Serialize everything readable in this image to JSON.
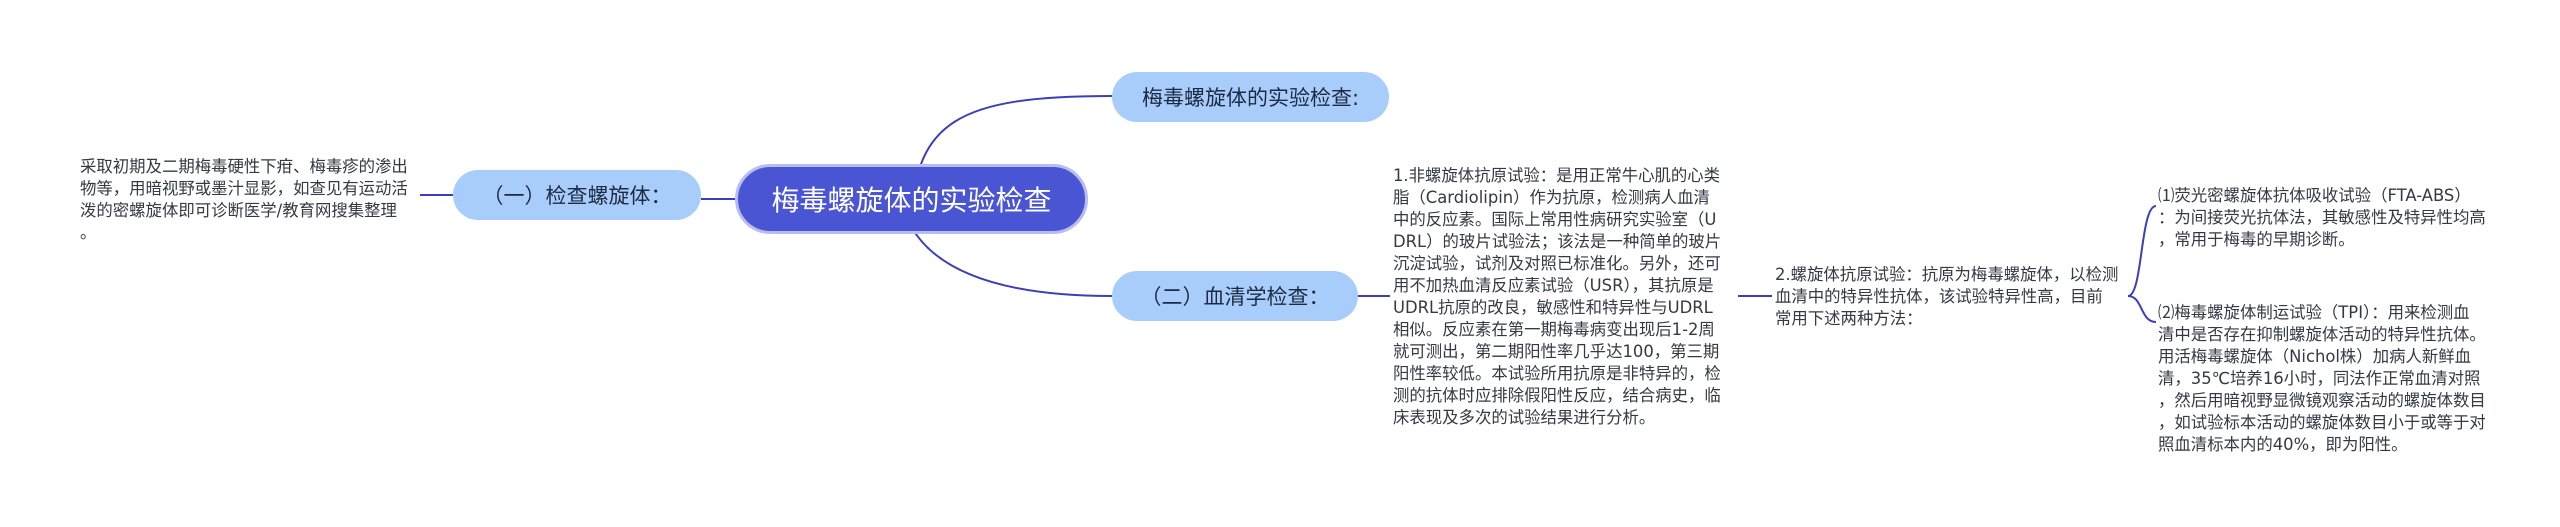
{
  "root": {
    "label": "梅毒螺旋体的实验检查"
  },
  "top_branch": {
    "label": "梅毒螺旋体的实验检查:"
  },
  "left_branch": {
    "label": "（一）检查螺旋体：",
    "note": "采取初期及二期梅毒硬性下疳、梅毒疹的渗出\n物等，用暗视野或墨汁显影，如查见有运动活\n泼的密螺旋体即可诊断医学/教育网搜集整理\n。"
  },
  "serum_branch": {
    "label": "（二）血清学检查：",
    "non_treponemal": "1.非螺旋体抗原试验：是用正常牛心肌的心类\n脂（Cardiolipin）作为抗原，检测病人血清\n中的反应素。国际上常用性病研究实验室（U\nDRL）的玻片试验法；该法是一种简单的玻片\n沉淀试验，试剂及对照已标准化。另外，还可\n用不加热血清反应素试验（USR），其抗原是\nUDRL抗原的改良，敏感性和特异性与UDRL\n相似。反应素在第一期梅毒病变出现后1-2周\n就可测出，第二期阳性率几乎达100，第三期\n阳性率较低。本试验所用抗原是非特异的，检\n测的抗体时应排除假阳性反应，结合病史，临\n床表现及多次的试验结果进行分析。",
    "treponemal": "2.螺旋体抗原试验：抗原为梅毒螺旋体，以检测\n血清中的特异性抗体，该试验特异性高，目前\n常用下述两种方法：",
    "fta_abs": "⑴荧光密螺旋体抗体吸收试验（FTA-ABS）\n：为间接荧光抗体法，其敏感性及特异性均高\n，常用于梅毒的早期诊断。",
    "tpi": "⑵梅毒螺旋体制运试验（TPI）：用来检测血\n清中是否存在抑制螺旋体活动的特异性抗体。\n用活梅毒螺旋体（Nichol株）加病人新鲜血\n清，35℃培养16小时，同法作正常血清对照\n，然后用暗视野显微镜观察活动的螺旋体数目\n，如试验标本活动的螺旋体数目小于或等于对\n照血清标本内的40%，即为阳性。"
  },
  "colors": {
    "root": "#4a55d3",
    "branch": "#a9cdfb",
    "line": "#3b3fb8"
  }
}
